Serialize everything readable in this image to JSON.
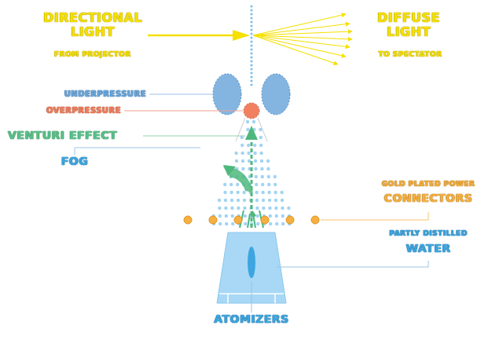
{
  "diagram": {
    "labels": [
      "DIRECTIONAL LIGHT",
      "FROM PROJECTOR",
      "DIFFUSE LIGHT",
      "TO SPECTATOR",
      "UNDERPRESSURE",
      "OVERPRESSURE",
      "VENTURI EFFECT",
      "FOG",
      "GOLD PLATED POWER",
      "CONNECTORS",
      "PARTLY DISTILLED",
      "WATER",
      "ATOMIZERS"
    ]
  }
}
